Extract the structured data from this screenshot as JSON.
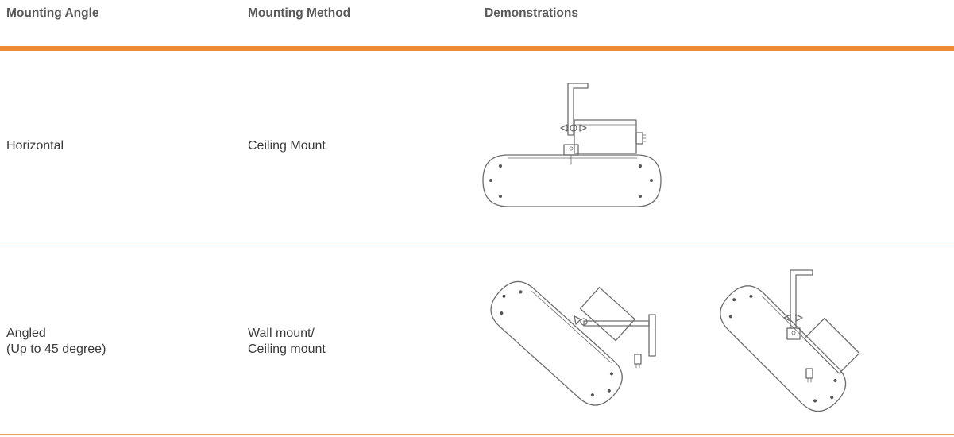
{
  "table": {
    "headers": {
      "angle": "Mounting Angle",
      "method": "Mounting Method",
      "demos": "Demonstrations"
    },
    "rows": [
      {
        "angle": [
          "Horizontal"
        ],
        "method": [
          "Ceiling Mount"
        ],
        "demonstrations": [
          "horizontal-ceiling-fixture-drawing"
        ]
      },
      {
        "angle": [
          "Angled",
          "(Up to 45 degree)"
        ],
        "method": [
          "Wall mount/",
          "Ceiling mount"
        ],
        "demonstrations": [
          "angled-wall-fixture-drawing",
          "angled-ceiling-fixture-drawing"
        ]
      }
    ]
  },
  "colors": {
    "accent": "#ef8a35",
    "rule": "#f0a464",
    "text": "#3a3a3a",
    "drawing": "#6e6e6e"
  }
}
